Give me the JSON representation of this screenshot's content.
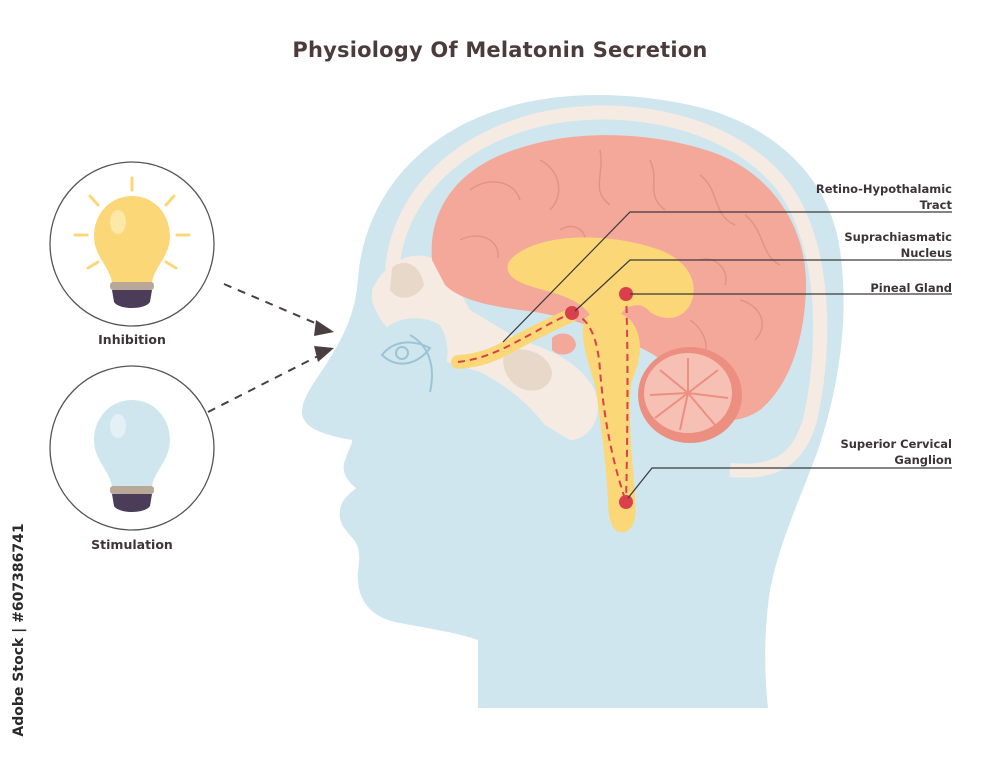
{
  "title": "Physiology Of Melatonin Secretion",
  "left_panel": {
    "inhibition_label": "Inhibition",
    "stimulation_label": "Stimulation"
  },
  "labels": {
    "retino_line1": "Retino-Hypothalamic",
    "retino_line2": "Tract",
    "scn_line1": "Suprachiasmatic",
    "scn_line2": "Nucleus",
    "pineal": "Pineal Gland",
    "scg_line1": "Superior Cervical",
    "scg_line2": "Ganglion"
  },
  "stock_watermark": "Adobe Stock | #607386741",
  "colors": {
    "head": "#cfe6ef",
    "skull": "#f6ebe3",
    "brain": "#f3a89a",
    "yellow": "#fbd778",
    "node": "#d9404c",
    "cerebellum": "#ec8f80",
    "text": "#3e3438"
  }
}
